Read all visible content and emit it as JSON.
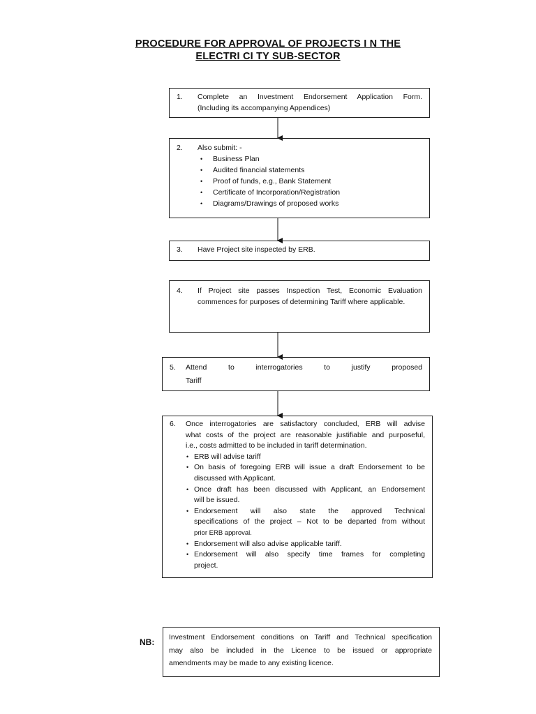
{
  "title": {
    "line1": "PROCEDURE FOR APPROVAL OF PROJECTS I N THE",
    "line2": "ELECTRI CI TY SUB-SECTOR"
  },
  "steps": [
    {
      "num": "1.",
      "lines": [
        "Complete an Investment Endorsement Application Form.",
        "(Including its accompanying Appendices)"
      ]
    },
    {
      "num": "2.",
      "text": "Also submit: -",
      "bullets": [
        "Business Plan",
        "Audited financial statements",
        "Proof of funds, e.g., Bank Statement",
        "Certificate of Incorporation/Registration",
        "Diagrams/Drawings of proposed works"
      ]
    },
    {
      "num": "3.",
      "text": "Have Project site inspected by ERB."
    },
    {
      "num": "4.",
      "lines": [
        "If Project site passes Inspection Test, Economic Evaluation",
        "commences for purposes of determining Tariff where applicable."
      ]
    },
    {
      "num": "5.",
      "lines": [
        "Attend to interrogatories to justify proposed",
        "Tariff"
      ]
    },
    {
      "num": "6.",
      "lines": [
        "Once interrogatories are satisfactory concluded, ERB will advise",
        "what costs of the project are reasonable justifiable and purposeful,",
        "i.e., costs admitted to be included in tariff determination."
      ],
      "bullets": [
        {
          "lines": [
            "ERB will advise tariff"
          ]
        },
        {
          "lines": [
            "On basis of foregoing ERB will issue a draft Endorsement to be",
            "discussed with Applicant."
          ]
        },
        {
          "lines": [
            "Once draft has been discussed with Applicant, an Endorsement",
            "will be issued."
          ]
        },
        {
          "lines": [
            "Endorsement will also state the approved Technical",
            "specifications of the project – Not to be departed from without",
            "prior ERB approval."
          ]
        },
        {
          "lines": [
            "Endorsement will also advise applicable tariff."
          ]
        },
        {
          "lines": [
            "Endorsement will also specify time frames for completing",
            "project."
          ]
        }
      ]
    }
  ],
  "nb": {
    "label": "NB:",
    "lines": [
      "Investment Endorsement conditions on Tariff and Technical specification",
      "may also be included in the Licence to be issued or appropriate",
      "amendments may be made to any existing licence."
    ]
  }
}
